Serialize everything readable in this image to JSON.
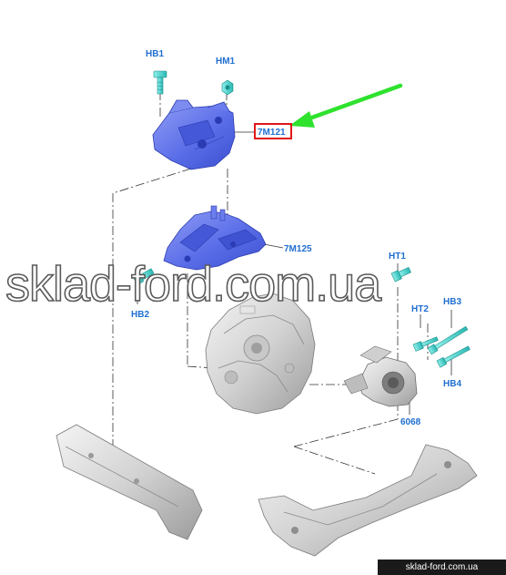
{
  "parts": {
    "hb1": "HB1",
    "hm1": "HM1",
    "p7m121": "7M121",
    "p7m125": "7M125",
    "hb2": "HB2",
    "ht1": "HT1",
    "ht2": "HT2",
    "hb3": "HB3",
    "hb4": "HB4",
    "p6068": "6068"
  },
  "watermark": "sklad-ford.com.ua",
  "footer": "sklad-ford.com.ua",
  "colors": {
    "label": "#1f6fd1",
    "highlight_box": "#e01818",
    "arrow": "#2ee22e",
    "bracket": "#5b6fe6",
    "fastener": "#3fd6d0"
  }
}
